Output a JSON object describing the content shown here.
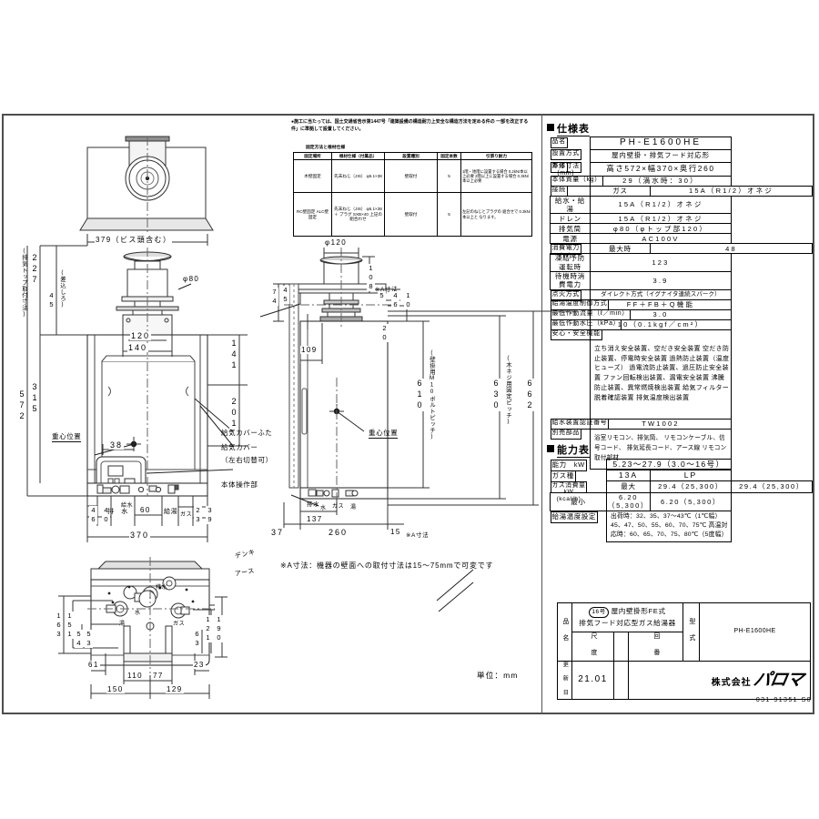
{
  "document": {
    "unit_note": "単位：mm",
    "doc_number": "031-91351-S0"
  },
  "install_note": {
    "text": "●施工に当たっては、国土交通省告示第1447号「建築設備の構造耐力上安全な構造方法を定める件の\n  一部を改正する件」に準拠して設置してください。",
    "caption": "固定方法と根材仕様"
  },
  "fixing_table": {
    "headers": [
      "固定場所",
      "根材仕様（付属品）",
      "設置種別",
      "固定本数",
      "引張り耐力"
    ],
    "rows": [
      {
        "place": "木壁固定",
        "spec": "先末ねじ（JIS）\nφ5.1×38",
        "kind": "壁取付",
        "count": "5",
        "pull": "1階・地階に設置する場合\n0.2kN/本以上必要\n2階以上に設置する場合\n0.3kN/本以上必要"
      },
      {
        "place": "RC壁固定\nALC壁固定",
        "spec": "先末ねじ（JIS）\nφ5.1×38\n＋\nプラグ\nSXB×40\n上記の組合わせ",
        "kind": "壁取付",
        "count": "5",
        "pull": "左記のねじとプラグの\n組合せで\n0.3kN/本以上と\nなります。"
      }
    ]
  },
  "spec_table": {
    "heading": "仕様表",
    "rows": [
      {
        "label": "品名",
        "value": "PH-E1600HE"
      },
      {
        "label": "設置方式",
        "value": "屋内壁掛・排気フード対応形"
      },
      {
        "group": "外形寸法\n(mm)",
        "label": "本体",
        "value": "高さ572×幅370×奥行260"
      },
      {
        "label": "本体質量（kg）",
        "value": "29（満水時：30）"
      },
      {
        "group": "接続",
        "label": "ガス",
        "value": "15A（R1/2）オネジ"
      },
      {
        "group": "接続",
        "label": "給水・給湯",
        "value": "15A（R1/2）オネジ"
      },
      {
        "group": "接続",
        "label": "ドレン",
        "value": "15A（R1/2）オネジ"
      },
      {
        "group": "接続",
        "label": "排気筒",
        "value": "φ80（φトップ部120）"
      },
      {
        "group": "接続",
        "label": "電源",
        "value": "AC100V"
      },
      {
        "group": "消費電力\n(W)",
        "label": "最大時",
        "value": "48"
      },
      {
        "group": "消費電力\n(W)",
        "label": "凍結予防運転時",
        "value": "123"
      },
      {
        "group": "消費電力\n(W)",
        "label": "待機時消費電力",
        "value": "3.9"
      },
      {
        "label": "点火方式",
        "value": "ダイレクト方式（イグナイタ連続スパーク）"
      },
      {
        "label": "給湯温度制御方式",
        "value": "FF＋FB＋Q機能"
      },
      {
        "label": "最低作動流量（ℓ／min）",
        "value": "3.0"
      },
      {
        "label": "最低作動水圧（kPa）",
        "value": "10（0.1kgf／cm²）"
      },
      {
        "label": "安心・安全機能",
        "value": "立ち消え安全装置、空だき安全装置\n空だき防止装置、停電時安全装置\n過熱防止装置（温度ヒューズ）\n過電流防止装置、過圧防止安全装置\nファン回転検出装置、漏電安全装置\n沸騰防止装置、異常燃焼検出装置\n給気フィルター脱着確認装置\n排気温度検出装置"
      },
      {
        "label": "給水装置認証番号",
        "value": "TW1002"
      },
      {
        "label": "別売部品",
        "value": "浴室リモコン、排気筒、\nリモコンケーブル、信号コード、\n排気延長コード、アース線\nリモコン取付部材"
      }
    ]
  },
  "capacity_table": {
    "heading": "能力表",
    "rows": [
      {
        "label": "能力　kW",
        "value": "5.23〜27.9（3.0〜16号）"
      },
      {
        "label": "ガス種",
        "value_13a": "13A",
        "value_lp": "LP"
      },
      {
        "group": "ガス消費量\nkW\n(kcal/h)",
        "label": "最大",
        "value_13a": "29.4（25,300）",
        "value_lp": "29.4（25,300）"
      },
      {
        "group": "ガス消費量\nkW\n(kcal/h)",
        "label": "最小",
        "value_13a": "6.20（5,300）",
        "value_lp": "6.20（5,300）"
      },
      {
        "label": "給湯温度設定",
        "value": "出荷時：32、35、37〜43℃（1℃幅）\n45、47、50、55、60、70、75℃\n高温対応時：60、65、70、75、80℃（5度幅）"
      }
    ]
  },
  "title_block": {
    "label_product": "品\n名",
    "label_scale": "尺\n度",
    "label_rev": "回\n番",
    "label_date": "更\n新\n日",
    "label_model": "型\n式",
    "product_badge": "16号",
    "product_name_line1": "屋内壁掛形FE式",
    "product_name_line2": "排気フード対応型ガス給湯器",
    "model": "PH-E1600HE",
    "date": "21.01",
    "company": "株式会社",
    "brand": "パロマ"
  },
  "front_view": {
    "dims": {
      "width_screw": "379（ビス頭含む）",
      "exhaust_top_height": "227",
      "exhaust_top_label": "(排気トップ取付寸法)",
      "insert_45": "45",
      "insert_label": "(差込しろ)",
      "phi80": "φ80",
      "w120": "120",
      "w140": "140",
      "h141": "141",
      "h315": "315",
      "h201": "201",
      "h572": "572",
      "w38": "38",
      "w370": "370",
      "d46": "46",
      "d40": "40",
      "w60": "60",
      "d23": "23",
      "d39": "39"
    },
    "labels": {
      "center_of_gravity": "重心位置",
      "air_cover_lid": "給気カバーふた",
      "air_cover": "給気カバー",
      "air_cover_note": "（左右切替可）",
      "main_panel": "本体操作部",
      "drain": "排　水",
      "water": "給水",
      "hotwater": "給湯",
      "gas": "ガス"
    }
  },
  "side_view": {
    "dims": {
      "phi120": "φ120",
      "h108": "108",
      "h74": "74",
      "h45": "45",
      "a_dim": "※A寸法",
      "h5": "5",
      "h46": "46",
      "h10": "10",
      "h20": "20",
      "w109": "109",
      "h610": "610",
      "h630": "630",
      "h662": "662",
      "note610": "(壁掛用M10ボルトピッチ)",
      "note662": "(木ネジ用固定ピッチ)",
      "w137": "137",
      "w260": "260",
      "w37": "37",
      "w15": "15",
      "a_dim2": "※A寸法"
    },
    "labels": {
      "center_of_gravity": "重心位置",
      "drain": "排水",
      "water": "水",
      "gas": "ガス",
      "hot": "湯"
    },
    "footnote": "※A寸法：機器の壁面への取付寸法は15〜75mmで可変です"
  },
  "bottom_view": {
    "dims": {
      "d163": "163",
      "d151": "151",
      "d54": "54",
      "d53": "53",
      "d190": "190",
      "d121": "121",
      "d63": "63",
      "w61": "61",
      "w23": "23",
      "w110": "110",
      "w77": "77",
      "w150": "150",
      "w129": "129"
    },
    "labels": {
      "denki": "デンキ",
      "earth": "アース",
      "drain": "排水",
      "water": "水",
      "hot": "湯",
      "gas": "ガス"
    }
  }
}
